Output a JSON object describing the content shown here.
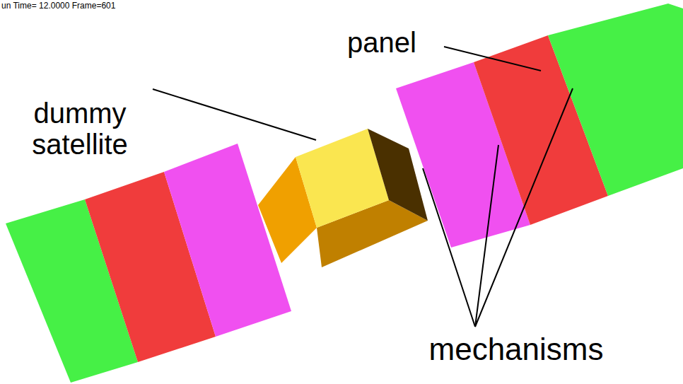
{
  "diagram": {
    "labels": [
      "un  Time= 12.0000 Frame=601",
      "panel",
      "dummy satellite",
      "mechanisms"
    ]
  }
}
